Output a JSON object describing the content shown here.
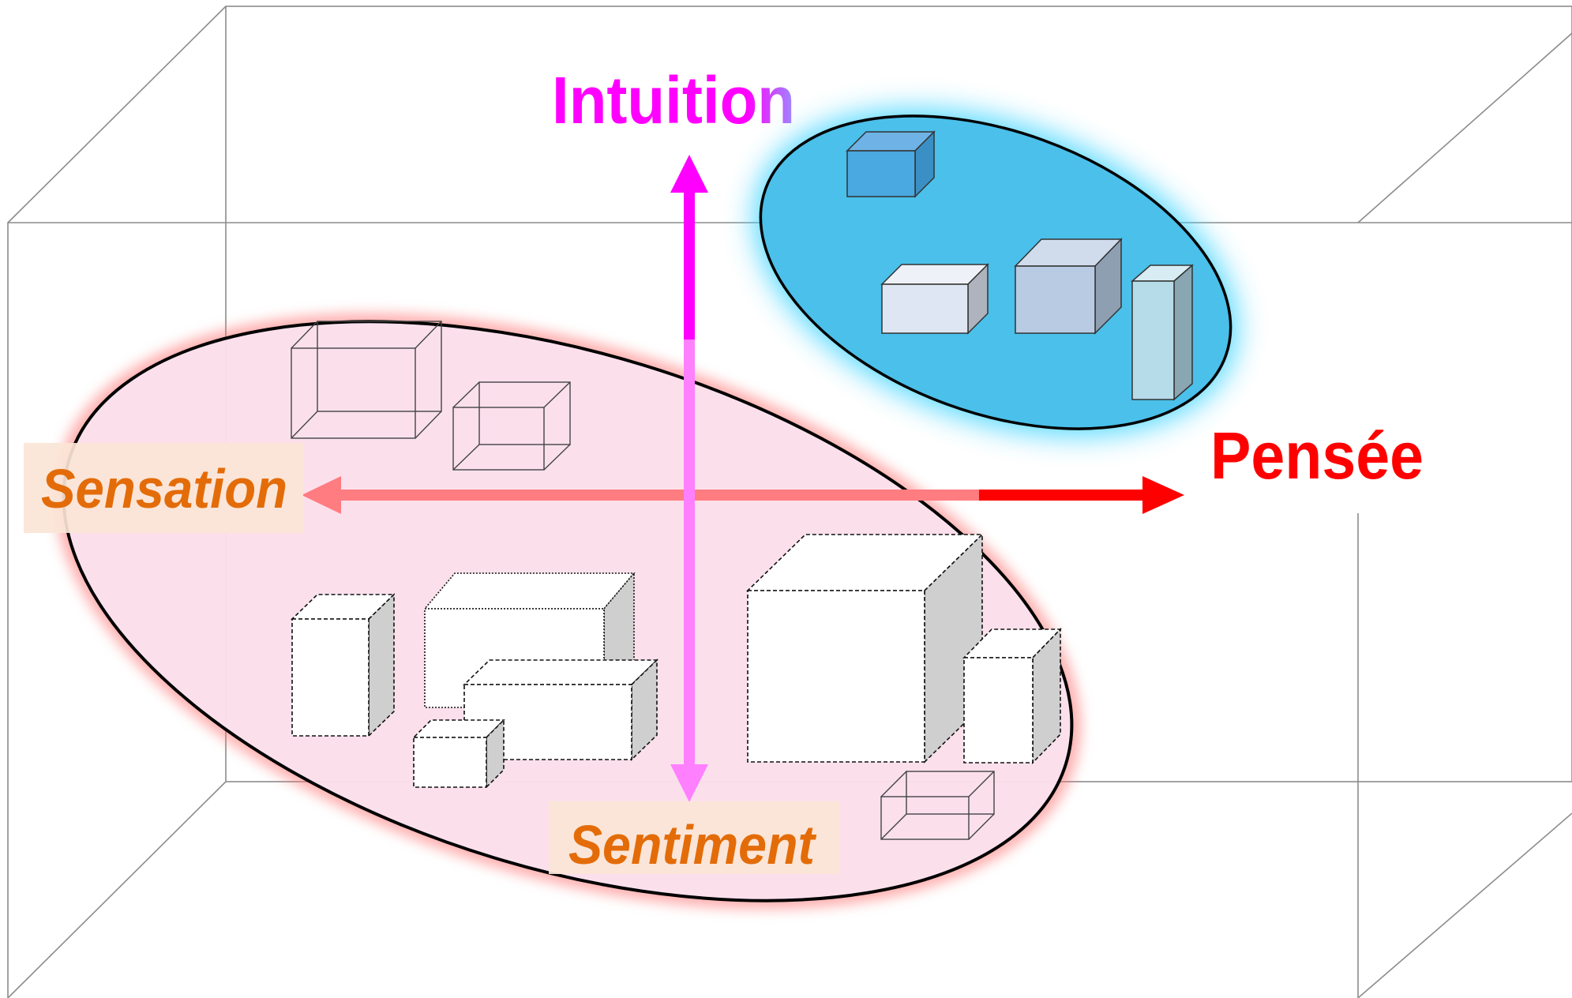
{
  "labels": {
    "intuition": "Intuition",
    "pensee": "Pensée",
    "sensation": "Sensation",
    "sentiment": "Sentiment"
  },
  "colors": {
    "intuition_text": "#ff00ff",
    "pensee_text": "#ff0000",
    "sensation_text": "#e36c09",
    "sentiment_text": "#e36c09",
    "label_bg": "#fbe5d6",
    "vertical_arrow": "#ff00ff",
    "horizontal_arrow_left": "#ff7c80",
    "horizontal_arrow_right": "#ff0000",
    "pink_zone_fill": "#fbe4f1",
    "blue_zone_fill": "#4ac0ea",
    "box_outline": "#000000"
  },
  "icons": [
    "arrow-up-icon",
    "arrow-down-icon",
    "arrow-left-icon",
    "arrow-right-icon"
  ]
}
